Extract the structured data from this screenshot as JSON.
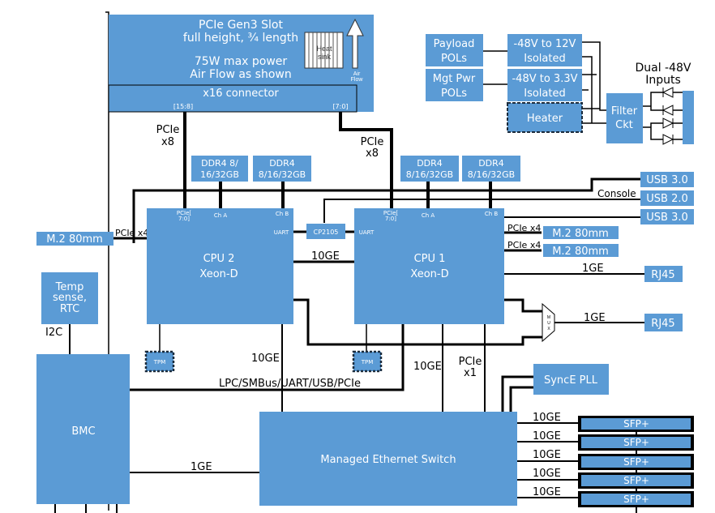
{
  "colors": {
    "block": "#5b9bd5",
    "line": "#000000",
    "text_on_block": "#ffffff"
  },
  "pcie_slot": {
    "line1": "PCIe Gen3 Slot",
    "line2": "full height, ¾ length",
    "line3": "75W max power",
    "line4": "Air Flow as shown",
    "connector": "x16 connector",
    "lane_left": "[15:8]",
    "lane_right": "[7:0]",
    "heatsink_line1": "Heat",
    "heatsink_line2": "sink",
    "airflow_line1": "Air",
    "airflow_line2": "Flow"
  },
  "power": {
    "payload_pols": [
      "Payload",
      "POLs"
    ],
    "mgt_pwr_pols": [
      "Mgt Pwr",
      "POLs"
    ],
    "conv_12v": [
      "-48V to 12V",
      "Isolated"
    ],
    "conv_3v3": [
      "-48V to 3.3V",
      "Isolated"
    ],
    "heater": "Heater",
    "filter": [
      "Filter",
      "Ckt"
    ],
    "dual_inputs": [
      "Dual -48V",
      "Inputs"
    ]
  },
  "links": {
    "pcie_x8_left": [
      "PCIe",
      "x8"
    ],
    "pcie_x8_right": [
      "PCIe",
      "x8"
    ],
    "console": "Console",
    "pcie_x4": "PCIe x4",
    "ge10": "10GE",
    "ge1": "1GE",
    "pcie_x1": [
      "PCIe",
      "x1"
    ],
    "i2c": "I2C",
    "bmc_bus": "LPC/SMBus/UART/USB/PCIe",
    "mux": [
      "M",
      "U",
      "X"
    ]
  },
  "cpu2": {
    "name": [
      "CPU 2",
      "Xeon-D"
    ],
    "port_pcie": [
      "PCIe[",
      "7:0]"
    ],
    "port_cha": "Ch A",
    "port_chb": "Ch B",
    "port_uart": "UART",
    "ddr_a": [
      "DDR4 8/",
      "16/32GB"
    ],
    "ddr_b": [
      "DDR4",
      "8/16/32GB"
    ]
  },
  "cpu1": {
    "name": [
      "CPU 1",
      "Xeon-D"
    ],
    "port_pcie": [
      "PCIe[",
      "7:0]"
    ],
    "port_cha": "Ch A",
    "port_chb": "Ch B",
    "port_uart": "UART",
    "ddr_a": [
      "DDR4",
      "8/16/32GB"
    ],
    "ddr_b": [
      "DDR4",
      "8/16/32GB"
    ]
  },
  "cp2105": "CP2105",
  "usb": [
    "USB 3.0",
    "USB 2.0",
    "USB 3.0"
  ],
  "m2": [
    "M.2 80mm",
    "M.2 80mm",
    "M.2 80mm"
  ],
  "rj45": [
    "RJ45",
    "RJ45"
  ],
  "temp": [
    "Temp",
    "sense,",
    "RTC"
  ],
  "tpm": [
    "TPM",
    "TPM"
  ],
  "bmc": "BMC",
  "switch": "Managed Ethernet Switch",
  "synce": "SyncE PLL",
  "sfp": [
    "SFP+",
    "SFP+",
    "SFP+",
    "SFP+",
    "SFP+"
  ]
}
